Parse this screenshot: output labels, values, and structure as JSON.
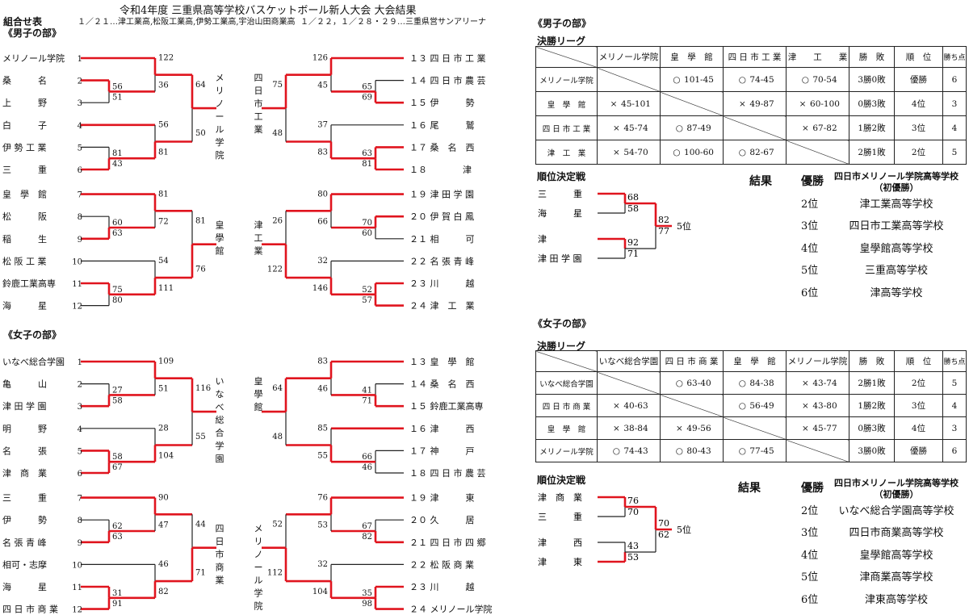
{
  "title": "令和4年度 三重県高等学校バスケットボール新人大会 大会結果",
  "header": {
    "label": "組合せ表",
    "venues1": "１／２１…津工業高,松阪工業高,伊勢工業高,宇治山田商業高",
    "venues2": "１／２２，１／２８・２９…三重県営サンアリーナ"
  },
  "boys_label": "《男子の部》",
  "girls_label": "《女子の部》",
  "boys_bracket": {
    "left": {
      "teams": [
        "メリノール学院",
        "桑　　　名",
        "上　　　野",
        "白　　　子",
        "伊 勢 工 業",
        "三　　　重",
        "皇　學　館",
        "松　　　阪",
        "稲　　　生",
        "松 阪 工 業",
        "鈴鹿工業高専",
        "海　　　星"
      ],
      "nums": [
        "1",
        "2",
        "3",
        "4",
        "5",
        "6",
        "7",
        "8",
        "9",
        "10",
        "11",
        "12"
      ],
      "semis": [
        "122",
        "36",
        "56",
        "81",
        "81",
        "72",
        "54",
        "111"
      ],
      "qual": [
        "56",
        "51",
        "81",
        "43",
        "60",
        "63",
        "75",
        "80"
      ],
      "quarter": [
        "64",
        "50",
        "81",
        "76"
      ],
      "winners": [
        "メリノール学院",
        "皇　學　館"
      ]
    },
    "right": {
      "teams": [
        "１３ 四 日 市 工 業",
        "１４ 四 日 市 農 芸",
        "１５ 伊　　　勢",
        "１６ 尾　　　鷲",
        "１７ 桑　名　西",
        "１８　　　　津",
        "１９ 津 田 学 園",
        "２０ 伊 賀 白 鳳",
        "２１ 相　　　可",
        "２２ 名 張 青 峰",
        "２３ 川　　　越",
        "２４ 津　工　業"
      ],
      "semis": [
        "126",
        "45",
        "37",
        "83",
        "80",
        "66",
        "32",
        "146"
      ],
      "qual": [
        "65",
        "69",
        "63",
        "81",
        "70",
        "60",
        "52",
        "57"
      ],
      "quarter": [
        "75",
        "48",
        "26",
        "122"
      ],
      "winners": [
        "四日市工業",
        "津　工　業"
      ]
    }
  },
  "girls_bracket": {
    "left": {
      "teams": [
        "いなべ総合学園",
        "亀　　　山",
        "津 田 学 園",
        "明　　　野",
        "名　　　張",
        "津　商　業",
        "三　　　重",
        "伊　　　勢",
        "名 張 青 峰",
        "相可・志摩",
        "海　　　星",
        "四 日 市 商 業"
      ],
      "nums": [
        "1",
        "2",
        "3",
        "4",
        "5",
        "6",
        "7",
        "8",
        "9",
        "10",
        "11",
        "12"
      ],
      "semis": [
        "109",
        "51",
        "28",
        "104",
        "90",
        "47",
        "46",
        "82"
      ],
      "qual": [
        "27",
        "58",
        "58",
        "67",
        "62",
        "63",
        "31",
        "91"
      ],
      "quarter": [
        "116",
        "55",
        "44",
        "71"
      ],
      "winners": [
        "いなべ総合学園",
        "四日市商業"
      ]
    },
    "right": {
      "teams": [
        "１３ 皇　學　館",
        "１４ 桑　名　西",
        "１５ 鈴鹿工業高専",
        "１６ 津　　　西",
        "１７ 神　　　戸",
        "１８ 四 日 市 農 芸",
        "１９ 津　　　東",
        "２０ 久　　　居",
        "２１ 四 日 市 四 郷",
        "２２ 松 阪 商 業",
        "２３ 川　　　越",
        "２４ メリノール学院"
      ],
      "semis": [
        "83",
        "46",
        "85",
        "55",
        "76",
        "53",
        "32",
        "104"
      ],
      "qual": [
        "41",
        "71",
        "66",
        "46",
        "67",
        "82",
        "35",
        "98"
      ],
      "quarter": [
        "64",
        "48",
        "52",
        "112"
      ],
      "winners": [
        "皇　學　館",
        "メリノール学院"
      ]
    }
  },
  "boys_final": {
    "section": "《男子の部》",
    "league_label": "決勝リーグ",
    "headers": [
      "メリノール学院",
      "皇　學　館",
      "四 日 市 工 業",
      "津　　工　　業",
      "勝　敗",
      "順　位",
      "勝ち点"
    ],
    "rows": [
      {
        "name": "メリノール学院",
        "cells": [
          null,
          [
            "○",
            "101-45"
          ],
          [
            "○",
            "74-45"
          ],
          [
            "○",
            "70-54"
          ]
        ],
        "record": "3勝0敗",
        "rank": "優勝",
        "pts": "6"
      },
      {
        "name": "皇　學　館",
        "cells": [
          [
            "×",
            "45-101"
          ],
          null,
          [
            "×",
            "49-87"
          ],
          [
            "×",
            "60-100"
          ]
        ],
        "record": "0勝3敗",
        "rank": "4位",
        "pts": "3"
      },
      {
        "name": "四 日 市 工 業",
        "cells": [
          [
            "×",
            "45-74"
          ],
          [
            "○",
            "87-49"
          ],
          null,
          [
            "×",
            "67-82"
          ]
        ],
        "record": "1勝2敗",
        "rank": "3位",
        "pts": "4"
      },
      {
        "name": "津　工　業",
        "cells": [
          [
            "×",
            "54-70"
          ],
          [
            "○",
            "100-60"
          ],
          [
            "○",
            "82-67"
          ],
          null
        ],
        "record": "2勝1敗",
        "rank": "2位",
        "pts": "5"
      }
    ],
    "playoff_label": "順位決定戦",
    "playoff": {
      "teams": [
        "三　　　重",
        "海　　　星",
        "津",
        "津 田 学 園"
      ],
      "scores": [
        "68",
        "58",
        "92",
        "71"
      ],
      "final": [
        "82",
        "77"
      ],
      "place": "5位"
    },
    "results_label": "結果",
    "results": [
      {
        "place": "優勝",
        "school": "四日市メリノール学院高等学校",
        "note": "（初優勝）"
      },
      {
        "place": "2位",
        "school": "津工業高等学校"
      },
      {
        "place": "3位",
        "school": "四日市工業高等学校"
      },
      {
        "place": "4位",
        "school": "皇學館高等学校"
      },
      {
        "place": "5位",
        "school": "三重高等学校"
      },
      {
        "place": "6位",
        "school": "津高等学校"
      }
    ]
  },
  "girls_final": {
    "section": "《女子の部》",
    "league_label": "決勝リーグ",
    "headers": [
      "いなべ総合学園",
      "四 日 市 商 業",
      "皇　學　館",
      "メリノール学院",
      "勝　敗",
      "順　位",
      "勝ち点"
    ],
    "rows": [
      {
        "name": "いなべ総合学園",
        "cells": [
          null,
          [
            "○",
            "63-40"
          ],
          [
            "○",
            "84-38"
          ],
          [
            "×",
            "43-74"
          ]
        ],
        "record": "2勝1敗",
        "rank": "2位",
        "pts": "5"
      },
      {
        "name": "四 日 市 商 業",
        "cells": [
          [
            "×",
            "40-63"
          ],
          null,
          [
            "○",
            "56-49"
          ],
          [
            "×",
            "43-80"
          ]
        ],
        "record": "1勝2敗",
        "rank": "3位",
        "pts": "4"
      },
      {
        "name": "皇　學　館",
        "cells": [
          [
            "×",
            "38-84"
          ],
          [
            "×",
            "49-56"
          ],
          null,
          [
            "×",
            "45-77"
          ]
        ],
        "record": "0勝3敗",
        "rank": "4位",
        "pts": "3"
      },
      {
        "name": "メリノール学院",
        "cells": [
          [
            "○",
            "74-43"
          ],
          [
            "○",
            "80-43"
          ],
          [
            "○",
            "77-45"
          ],
          null
        ],
        "record": "3勝0敗",
        "rank": "優勝",
        "pts": "6"
      }
    ],
    "playoff_label": "順位決定戦",
    "playoff": {
      "teams": [
        "津　商　業",
        "三　　　重",
        "津　　　西",
        "津　　　東"
      ],
      "scores": [
        "76",
        "70",
        "43",
        "53"
      ],
      "final": [
        "70",
        "62"
      ],
      "place": "5位"
    },
    "results_label": "結果",
    "results": [
      {
        "place": "優勝",
        "school": "四日市メリノール学院高等学校",
        "note": "（初優勝）"
      },
      {
        "place": "2位",
        "school": "いなべ総合学園高等学校"
      },
      {
        "place": "3位",
        "school": "四日市商業高等学校"
      },
      {
        "place": "4位",
        "school": "皇學館高等学校"
      },
      {
        "place": "5位",
        "school": "津商業高等学校"
      },
      {
        "place": "6位",
        "school": "津東高等学校"
      }
    ]
  },
  "colors": {
    "win_line": "#e0141e",
    "line": "#222222"
  }
}
